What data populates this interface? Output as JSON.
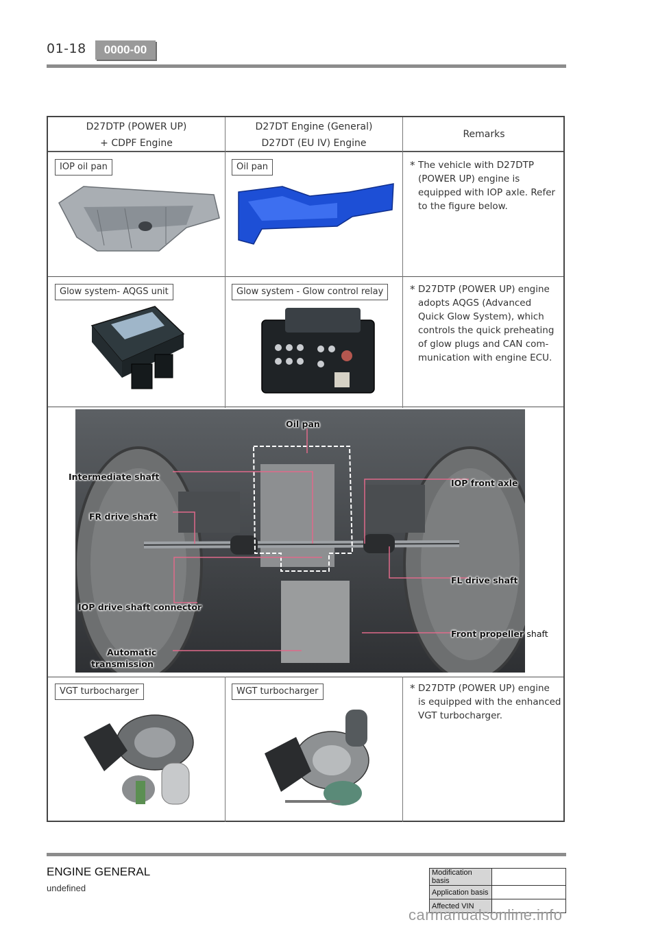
{
  "header": {
    "page_number": "01-18",
    "section_code": "0000-00"
  },
  "table": {
    "columns": [
      {
        "line1": "D27DTP (POWER UP)",
        "line2": "+ CDPF Engine"
      },
      {
        "line1": "D27DT Engine (General)",
        "line2": "D27DT (EU IV) Engine"
      },
      {
        "line1": "Remarks",
        "line2": ""
      }
    ],
    "rows": [
      {
        "label_a": "IOP oil pan",
        "label_b": "Oil pan",
        "remark_lines": [
          "The vehicle with D27DTP",
          "(POWER UP) engine is",
          "equipped with IOP axle. Refer",
          "to the figure below."
        ]
      },
      {
        "label_a": "Glow system- AQGS unit",
        "label_b": "Glow system - Glow control relay",
        "remark_lines": [
          "D27DTP (POWER UP) engine",
          "adopts AQGS (Advanced",
          "Quick Glow System), which",
          "controls the quick preheating",
          "of glow plugs and CAN com-",
          "munication with engine ECU."
        ]
      },
      {
        "label_a": "VGT turbocharger",
        "label_b": "WGT turbocharger",
        "remark_lines": [
          "D27DTP (POWER UP) engine",
          "is equipped with the enhanced",
          "VGT turbocharger."
        ]
      }
    ],
    "remark_bullet": "*"
  },
  "figure": {
    "callouts": {
      "oil_pan": "Oil pan",
      "intermediate_shaft": "Intermediate shaft",
      "fr_drive_shaft": "FR drive shaft",
      "iop_drive_shaft_connector": "IOP drive shaft connector",
      "automatic": "Automatic",
      "transmission": "transmission",
      "iop_front_axle": "IOP front axle",
      "fl_drive_shaft": "FL drive shaft",
      "front_propeller": "Front propeller",
      "shaft": "shaft"
    }
  },
  "footer": {
    "title": "ENGINE GENERAL",
    "subtitle": "undefined",
    "info_rows": [
      {
        "key": "Modification basis",
        "value": ""
      },
      {
        "key": "Application basis",
        "value": ""
      },
      {
        "key": "Affected VIN",
        "value": ""
      }
    ],
    "watermark": "carmanualsonline.info"
  },
  "colors": {
    "rule_gray": "#8c8c8c",
    "badge_gray": "#9a9a9a",
    "callout_line": "#e06a8a",
    "oil_pan_blue": "#1d4fd6"
  }
}
